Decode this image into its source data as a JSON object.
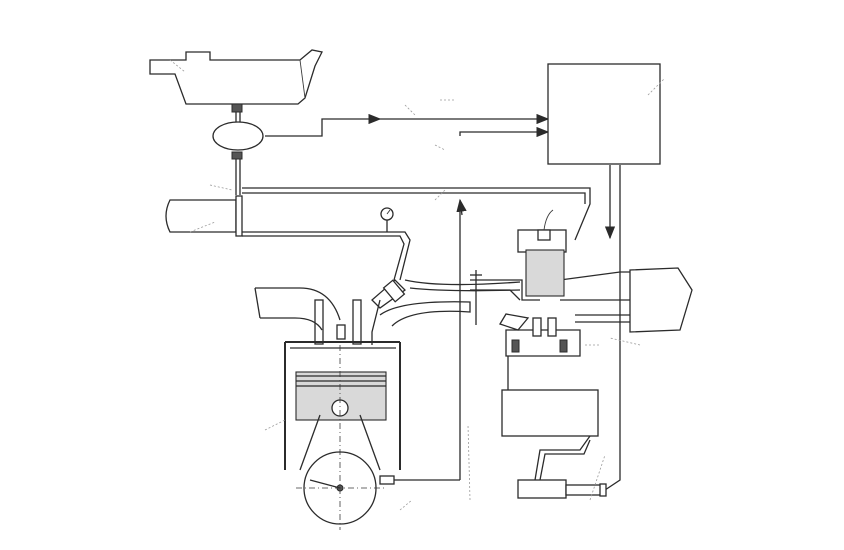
{
  "diagram": {
    "type": "engine-fuel-injection-schematic",
    "components": [
      "fuel-tank",
      "fuel-filter",
      "fuel-pump",
      "pressure-gauge",
      "injector",
      "throttle-body",
      "air-flow-meter",
      "air-filter",
      "control-unit",
      "engine-cylinder",
      "piston",
      "crankshaft",
      "speed-sensor",
      "relay-box",
      "ignition-coil"
    ],
    "colors": {
      "line": "#2b2b2b",
      "shade": "#d9d9d9",
      "leader": "#9a9a9a"
    }
  }
}
